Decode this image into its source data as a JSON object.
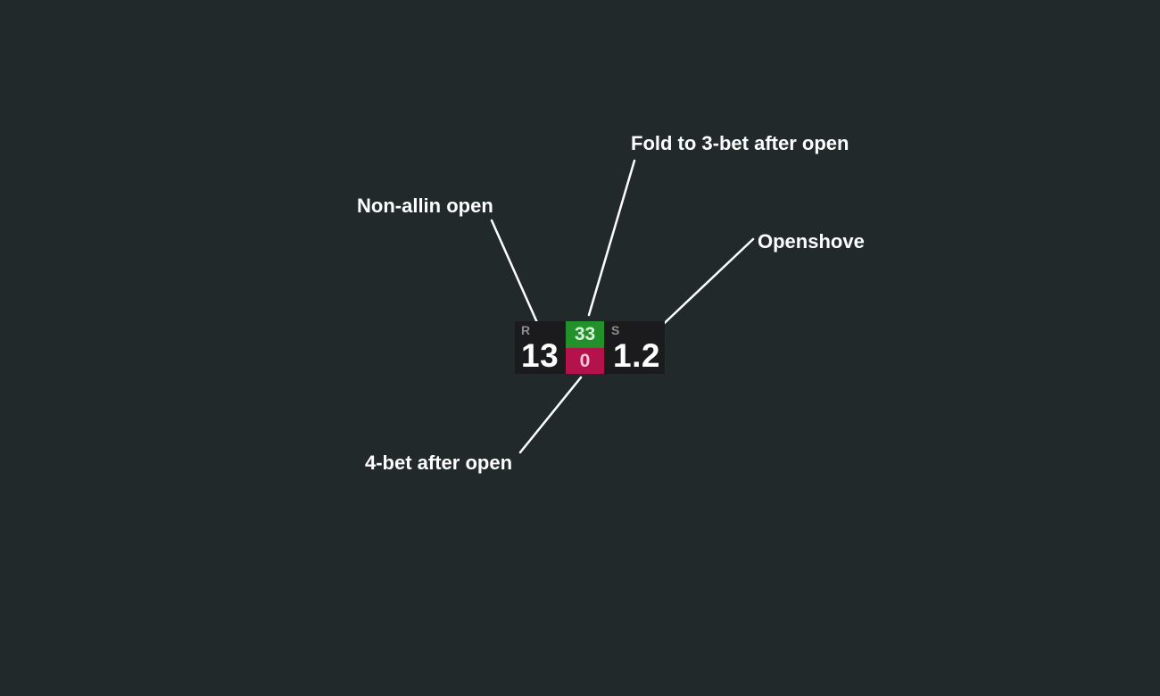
{
  "annotations": {
    "fold_to_3bet": "Fold to 3-bet after open",
    "non_allin_open": "Non-allin open",
    "openshove": "Openshove",
    "fourbet_after_open": "4-bet after open"
  },
  "hud": {
    "raise_letter": "R",
    "raise_value": "13",
    "fold_to_3bet_value": "33",
    "fourbet_value": "0",
    "shove_letter": "S",
    "shove_value": "1.2"
  },
  "colors": {
    "background": "#21292a",
    "hud_background": "#1b1b1d",
    "fold_to_3bet_cell": "#23912b",
    "fourbet_cell": "#b3124a",
    "text": "#ffffff",
    "letter": "#8d8d8d"
  }
}
